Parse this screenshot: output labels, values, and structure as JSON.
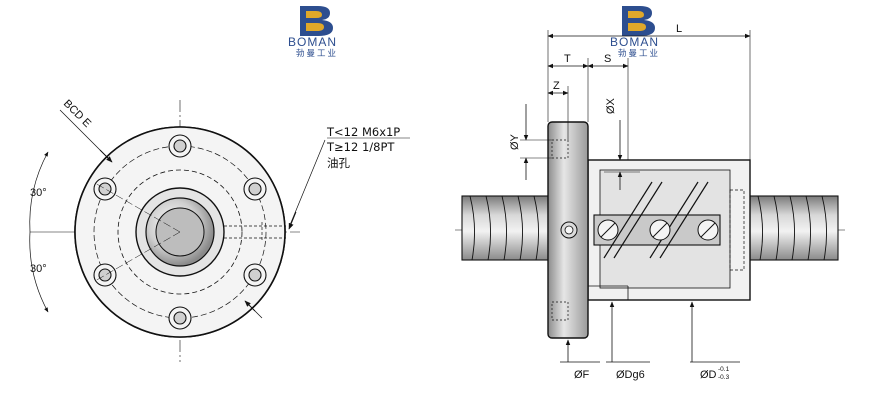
{
  "brand": {
    "name": "BOMAN",
    "subtitle": "勃曼工业",
    "color_blue": "#2d4e8f",
    "color_gold": "#e0a82a"
  },
  "front_view": {
    "bcd_label": "BCD E",
    "angle_top": "30°",
    "angle_bottom": "30°",
    "note_line1": "T<12 M6x1P",
    "note_line2": "T≥12 1/8PT",
    "note_line3": "油孔"
  },
  "side_view": {
    "dim_L": "L",
    "dim_T": "T",
    "dim_S": "S",
    "dim_Z": "Z",
    "dim_X": "ØX",
    "dim_Y": "ØY",
    "dim_F": "ØF",
    "dim_Dg6": "ØDg6",
    "dim_D": "ØD",
    "tol_upper": "-0.1",
    "tol_lower": "-0.3"
  },
  "colors": {
    "line": "#111111",
    "metal_light": "#d9d9d9",
    "metal_mid": "#a8a8a8",
    "metal_dark": "#6e6e6e"
  }
}
